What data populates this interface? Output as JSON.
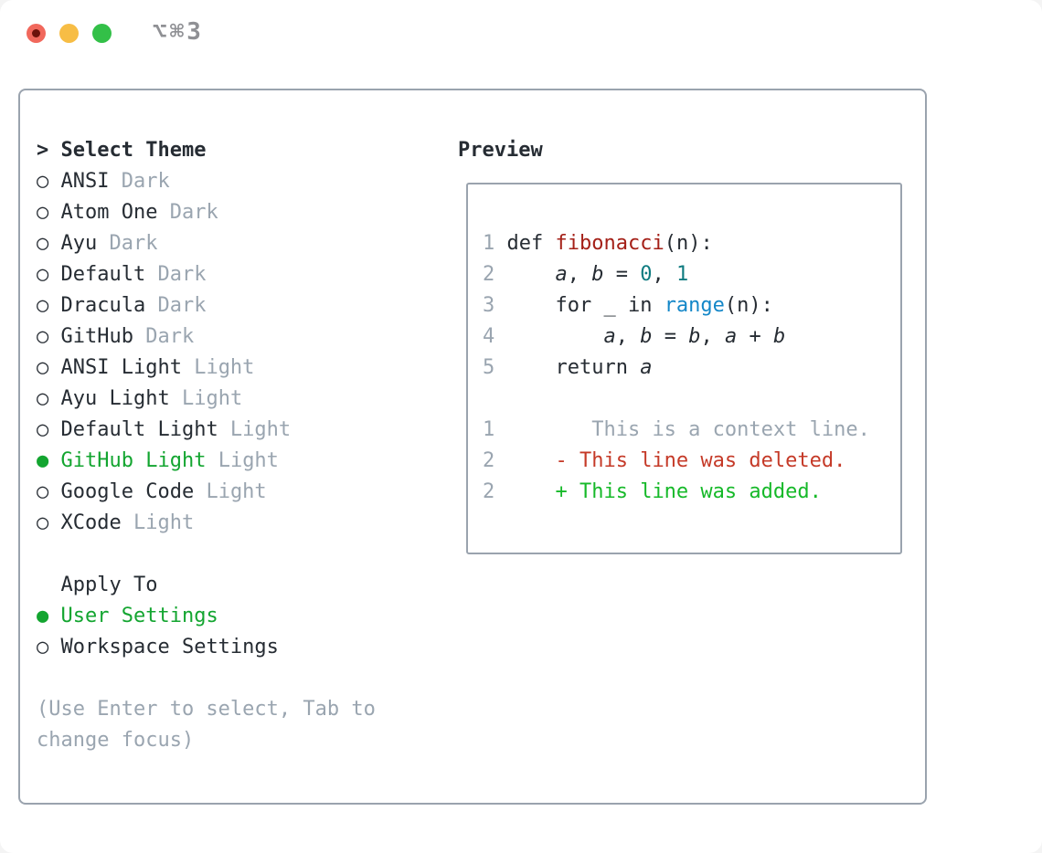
{
  "window": {
    "title_shortcut": "⌥⌘3",
    "traffic_lights": [
      "close",
      "minimize",
      "zoom"
    ]
  },
  "colors": {
    "accent_green": "#13a530",
    "muted_gray": "#9aa5b0",
    "text_dark": "#262c33",
    "border_gray": "#9aa3ae",
    "code_function_red": "#a42018",
    "code_number_teal": "#0f7b80",
    "code_builtin_blue": "#1487c8",
    "diff_deleted_red": "#c53a28",
    "diff_added_green": "#16b929",
    "traffic_red": "#f1685c",
    "traffic_yellow": "#f7bd45",
    "traffic_green": "#33c048"
  },
  "markers": {
    "header": ">",
    "selected": "●",
    "unselected": "○"
  },
  "theme_panel": {
    "header_label": "Select Theme",
    "items": [
      {
        "name": "ANSI",
        "variant": "Dark",
        "selected": false
      },
      {
        "name": "Atom One",
        "variant": "Dark",
        "selected": false
      },
      {
        "name": "Ayu",
        "variant": "Dark",
        "selected": false
      },
      {
        "name": "Default",
        "variant": "Dark",
        "selected": false
      },
      {
        "name": "Dracula",
        "variant": "Dark",
        "selected": false
      },
      {
        "name": "GitHub",
        "variant": "Dark",
        "selected": false
      },
      {
        "name": "ANSI Light",
        "variant": "Light",
        "selected": false
      },
      {
        "name": "Ayu Light",
        "variant": "Light",
        "selected": false
      },
      {
        "name": "Default Light",
        "variant": "Light",
        "selected": false
      },
      {
        "name": "GitHub Light",
        "variant": "Light",
        "selected": true
      },
      {
        "name": "Google Code",
        "variant": "Light",
        "selected": false
      },
      {
        "name": "XCode",
        "variant": "Light",
        "selected": false
      }
    ],
    "apply_to": {
      "label": "Apply To",
      "options": [
        {
          "label": "User Settings",
          "selected": true
        },
        {
          "label": "Workspace Settings",
          "selected": false
        }
      ]
    },
    "hint": "(Use Enter to select, Tab to change focus)"
  },
  "preview": {
    "title": "Preview",
    "lines": [
      {
        "num": "1",
        "tokens": [
          {
            "t": "def ",
            "c": "plain"
          },
          {
            "t": "fibonacci",
            "c": "func"
          },
          {
            "t": "(n):",
            "c": "plain"
          }
        ]
      },
      {
        "num": "2",
        "tokens": [
          {
            "t": "    ",
            "c": "plain"
          },
          {
            "t": "a",
            "c": "var"
          },
          {
            "t": ", ",
            "c": "plain"
          },
          {
            "t": "b",
            "c": "var"
          },
          {
            "t": " = ",
            "c": "plain"
          },
          {
            "t": "0",
            "c": "num"
          },
          {
            "t": ", ",
            "c": "plain"
          },
          {
            "t": "1",
            "c": "num"
          }
        ]
      },
      {
        "num": "3",
        "tokens": [
          {
            "t": "    for _ in ",
            "c": "plain"
          },
          {
            "t": "range",
            "c": "builtin"
          },
          {
            "t": "(n):",
            "c": "plain"
          }
        ]
      },
      {
        "num": "4",
        "tokens": [
          {
            "t": "        ",
            "c": "plain"
          },
          {
            "t": "a",
            "c": "var"
          },
          {
            "t": ", ",
            "c": "plain"
          },
          {
            "t": "b",
            "c": "var"
          },
          {
            "t": " = ",
            "c": "plain"
          },
          {
            "t": "b",
            "c": "var"
          },
          {
            "t": ", ",
            "c": "plain"
          },
          {
            "t": "a",
            "c": "var"
          },
          {
            "t": " + ",
            "c": "plain"
          },
          {
            "t": "b",
            "c": "var"
          }
        ]
      },
      {
        "num": "5",
        "tokens": [
          {
            "t": "    return ",
            "c": "plain"
          },
          {
            "t": "a",
            "c": "var"
          }
        ]
      },
      {
        "num": "",
        "tokens": []
      },
      {
        "num": "1",
        "tokens": [
          {
            "t": "       This is a context line.",
            "c": "ctx"
          }
        ]
      },
      {
        "num": "2",
        "tokens": [
          {
            "t": "    - This line was deleted.",
            "c": "del"
          }
        ]
      },
      {
        "num": "2",
        "tokens": [
          {
            "t": "    + This line was added.",
            "c": "add"
          }
        ]
      }
    ]
  }
}
